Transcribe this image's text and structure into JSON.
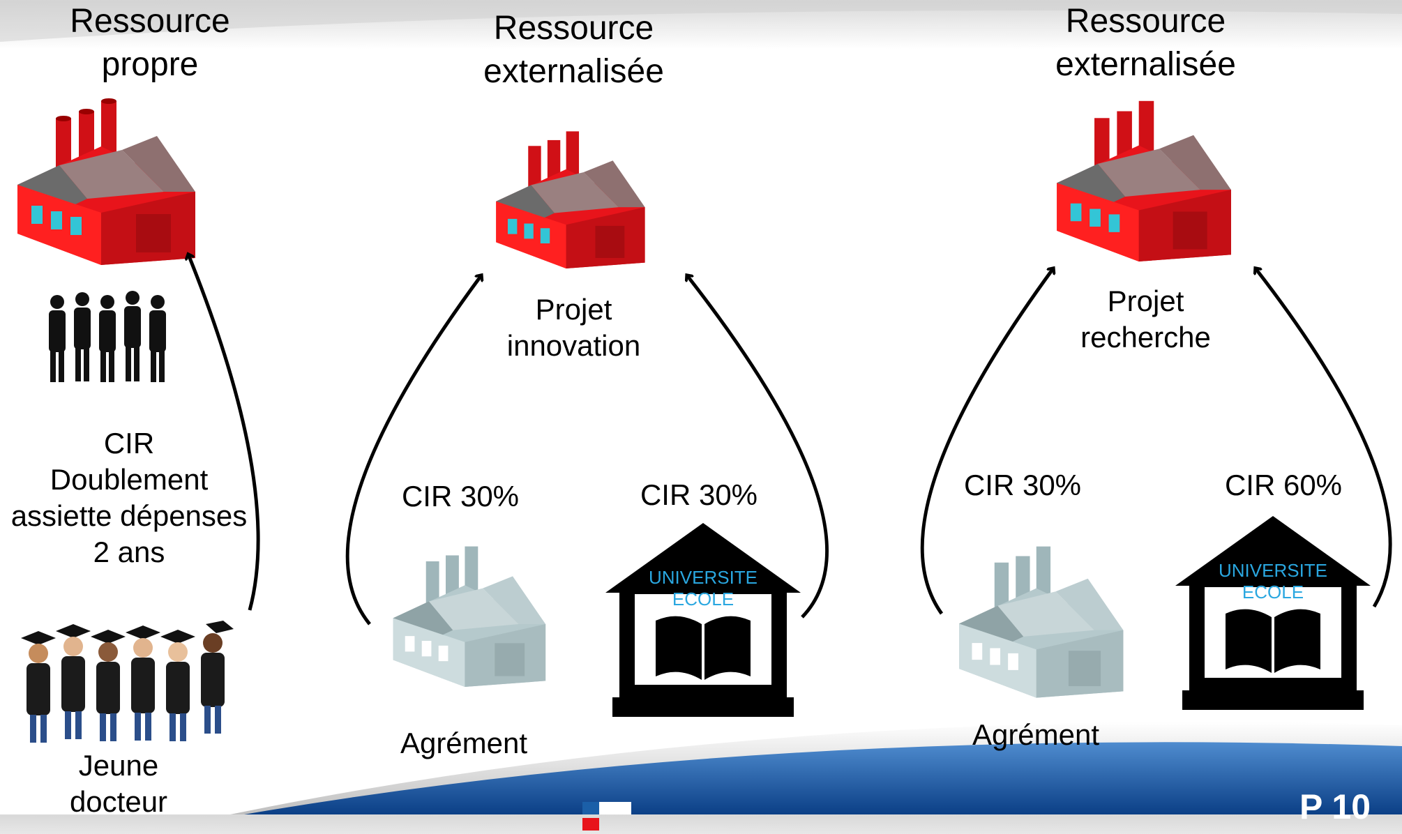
{
  "columns": [
    {
      "heading": "Ressource propre",
      "heading_lines": [
        "Ressource",
        "propre"
      ],
      "cir_lines": [
        "CIR",
        "Doublement",
        "assiette dépenses",
        "2 ans"
      ],
      "bottom_lines": [
        "Jeune",
        "docteur"
      ]
    },
    {
      "heading_lines": [
        "Ressource",
        "externalisée"
      ],
      "project_lines": [
        "Projet",
        "innovation"
      ],
      "left_cir": "CIR 30%",
      "right_cir": "CIR 30%",
      "agrement": "Agrément",
      "univ_line1": "UNIVERSITE",
      "univ_line2": "ECOLE"
    },
    {
      "heading_lines": [
        "Ressource",
        "externalisée"
      ],
      "project_lines": [
        "Projet",
        "recherche"
      ],
      "left_cir": "CIR 30%",
      "right_cir": "CIR 60%",
      "agrement": "Agrément",
      "univ_line1": "UNIVERSITE",
      "univ_line2": "ECOLE"
    }
  ],
  "footer": {
    "page_label": "P 10"
  },
  "colors": {
    "factory_red": "#e8141b",
    "factory_grey": "#b5c9cc",
    "univ_text": "#2aa7e0",
    "footer_blue": "#1b5fa8"
  }
}
